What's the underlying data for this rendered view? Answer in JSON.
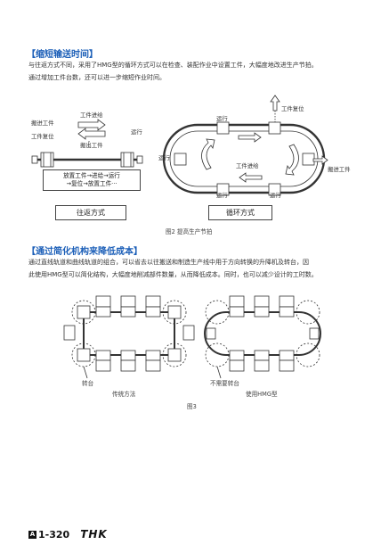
{
  "section1": {
    "title": "【缩短输送时间】",
    "line1": "与往返方式不同，采用了HMG型的循环方式可以在检查、装配作业中设置工件，大幅度地改进生产节拍。",
    "line2": "通过增加工件台数，还可以进一步缩短作业时间。"
  },
  "fig2": {
    "left": {
      "load_workpiece": "搬进工件",
      "workpiece_return": "工件复位",
      "workpiece_advance": "工件进给",
      "unload_workpiece": "搬出工件",
      "run": "运行",
      "sequence_line1": "放置工件→进给→运行",
      "sequence_line2": "→复位→放置工件···",
      "mode_label": "往返方式"
    },
    "right": {
      "run_top": "运行",
      "workpiece_return": "工件复位",
      "run_left": "运行",
      "workpiece_advance": "工件进给",
      "run_bottom_left": "运行",
      "run_bottom_right": "运行",
      "load_workpiece": "搬进工件",
      "mode_label": "循环方式"
    },
    "caption": "图2   提高生产节拍"
  },
  "section2": {
    "title": "【通过简化机构来降低成本】",
    "line1": "通过直线轨道和曲线轨道的组合，可以省去以往搬送和制造生产线中用于方向转换的升降机及转台，因",
    "line2": "此使用HMG型可以简化结构，大幅度地削减部件数量，从而降低成本。同时，也可以减少设计的工时数。"
  },
  "fig3": {
    "turntable": "转台",
    "traditional": "传统方法",
    "no_turntable": "不需要转台",
    "using_hmg": "使用HMG型",
    "caption": "图3"
  },
  "footer": {
    "badge": "A",
    "page_number": "1-320",
    "brand": "THK"
  }
}
